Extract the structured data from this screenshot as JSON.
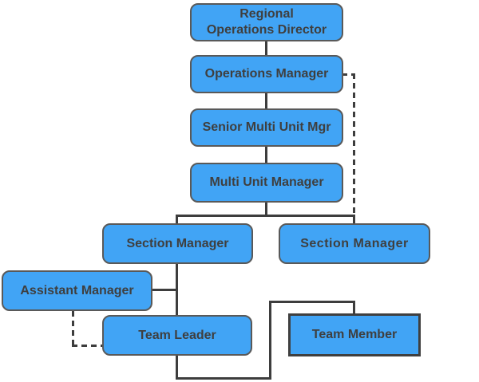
{
  "colors": {
    "node_fill": "#41A4F5",
    "node_border": "#595959",
    "member_border": "#3F3F3F",
    "line": "#3D3D3D",
    "text": "#3F3F3F",
    "bg": "#FFFFFF"
  },
  "nodes": {
    "regional_operations_director": {
      "line1": "Regional",
      "line2": "Operations Director"
    },
    "operations_manager": {
      "label": "Operations Manager"
    },
    "senior_multi_unit_mgr": {
      "label": "Senior Multi Unit Mgr"
    },
    "multi_unit_manager": {
      "label": "Multi Unit Manager"
    },
    "section_manager_left": {
      "label": "Section Manager"
    },
    "section_manager_right": {
      "label": "Section Manager"
    },
    "assistant_manager": {
      "label": "Assistant Manager"
    },
    "team_leader": {
      "label": "Team Leader"
    },
    "team_member": {
      "label": "Team Member"
    }
  },
  "edges": [
    {
      "from": "regional_operations_director",
      "to": "operations_manager",
      "style": "solid"
    },
    {
      "from": "operations_manager",
      "to": "senior_multi_unit_mgr",
      "style": "solid"
    },
    {
      "from": "senior_multi_unit_mgr",
      "to": "multi_unit_manager",
      "style": "solid"
    },
    {
      "from": "multi_unit_manager",
      "to": "section_manager_left",
      "style": "solid"
    },
    {
      "from": "multi_unit_manager",
      "to": "section_manager_right",
      "style": "solid"
    },
    {
      "from": "operations_manager",
      "to": "section_manager_right",
      "style": "dashed"
    },
    {
      "from": "section_manager_left",
      "to": "team_leader",
      "style": "solid"
    },
    {
      "from": "assistant_manager",
      "to": "team_leader",
      "style": "solid-junction"
    },
    {
      "from": "assistant_manager",
      "to": "team_leader",
      "style": "dashed"
    },
    {
      "from": "team_leader",
      "to": "team_member",
      "style": "solid"
    }
  ]
}
